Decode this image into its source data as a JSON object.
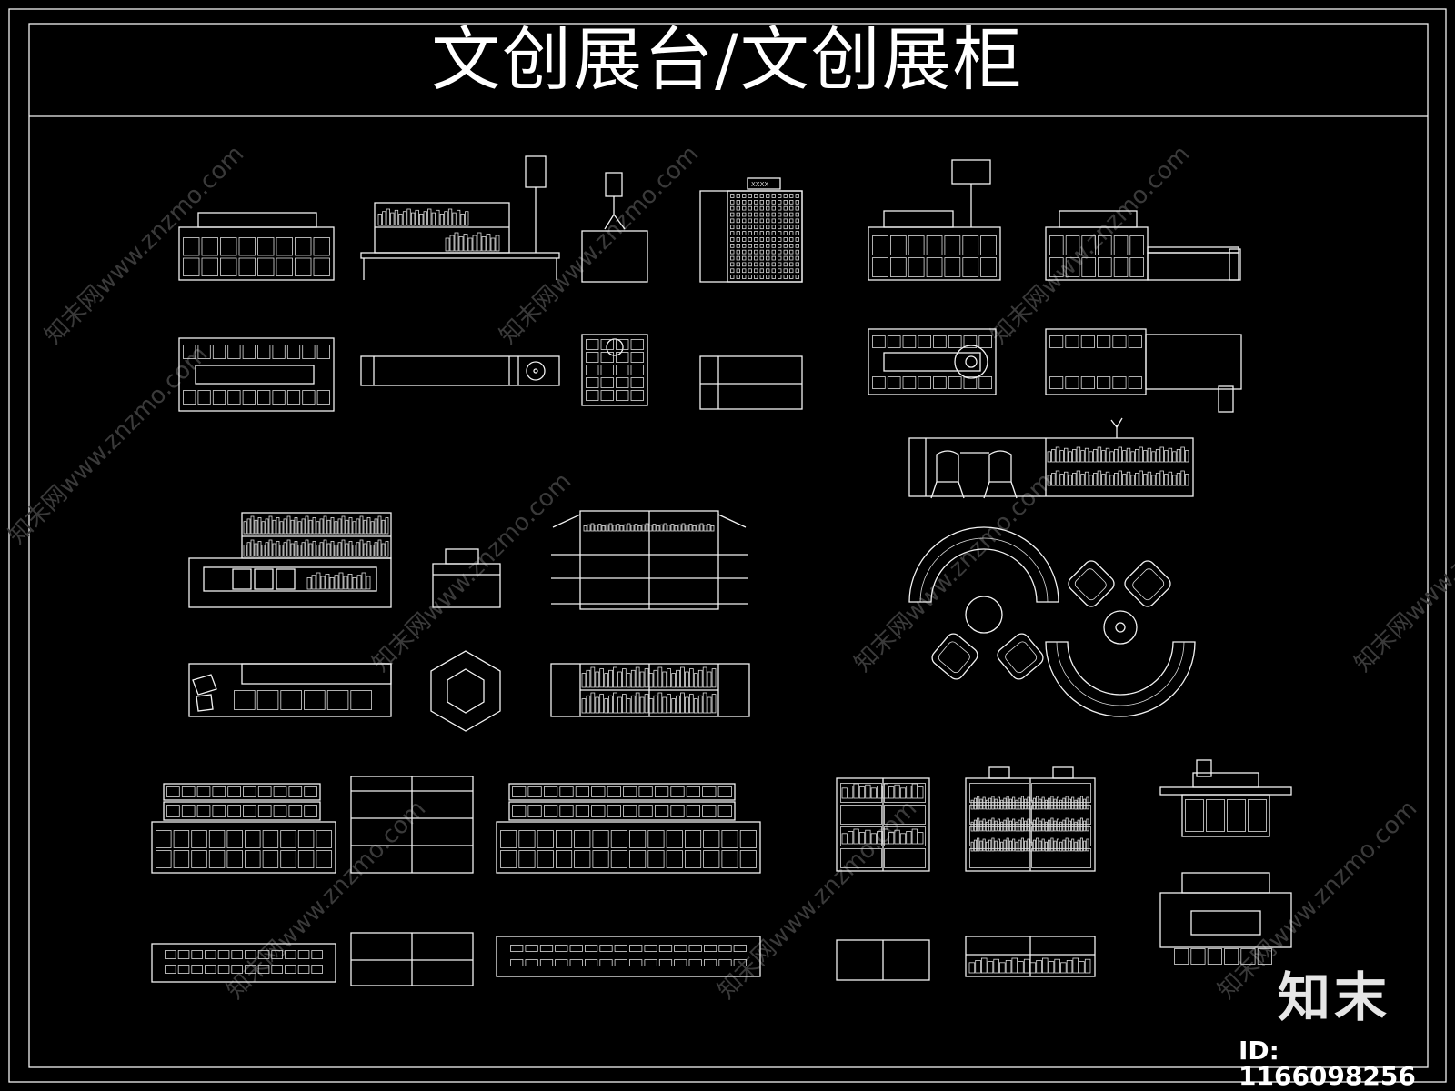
{
  "drawing": {
    "title": "文创展台/文创展柜",
    "brand_mark": "知末",
    "image_id": "ID: 1166098256",
    "watermark_text": "知末网www.znzmo.com",
    "line_color": "#f2f2f2",
    "background_color": "#000000"
  }
}
